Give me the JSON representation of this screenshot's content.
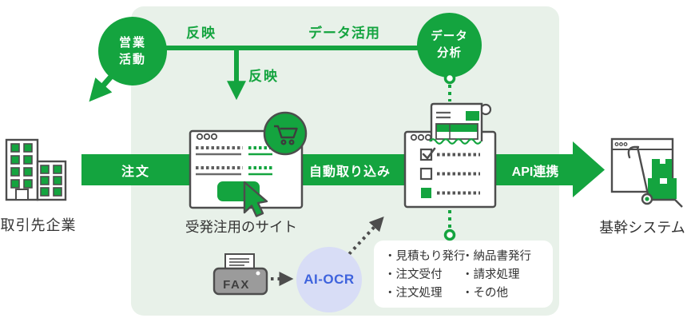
{
  "colors": {
    "green": "#14a43f",
    "panel_bg": "#e8f1e9",
    "outline_gray": "#4d4d4d",
    "label_text": "#333333",
    "ai_ocr_bg": "#d8ddf6",
    "ai_ocr_text": "#3e63dd"
  },
  "nodes": {
    "client_company": {
      "label": "取引先企業"
    },
    "order_site": {
      "label": "受発注用のサイト"
    },
    "core_system": {
      "label": "基幹システム"
    },
    "sales_activity": {
      "line1": "営業",
      "line2": "活動"
    },
    "data_analysis": {
      "line1": "データ",
      "line2": "分析"
    },
    "fax": {
      "label": "FAX"
    },
    "ai_ocr": {
      "label": "AI-OCR"
    }
  },
  "flow_labels": {
    "order": "注文",
    "auto_import": "自動取り込み",
    "api_link": "API連携",
    "reflect_top": "反映",
    "reflect_branch": "反映",
    "data_utilization": "データ活用"
  },
  "functions_box": {
    "bullet": "・",
    "column1": [
      "見積もり発行",
      "注文受付",
      "注文処理"
    ],
    "column2": [
      "納品書発行",
      "請求処理",
      "その他"
    ]
  }
}
